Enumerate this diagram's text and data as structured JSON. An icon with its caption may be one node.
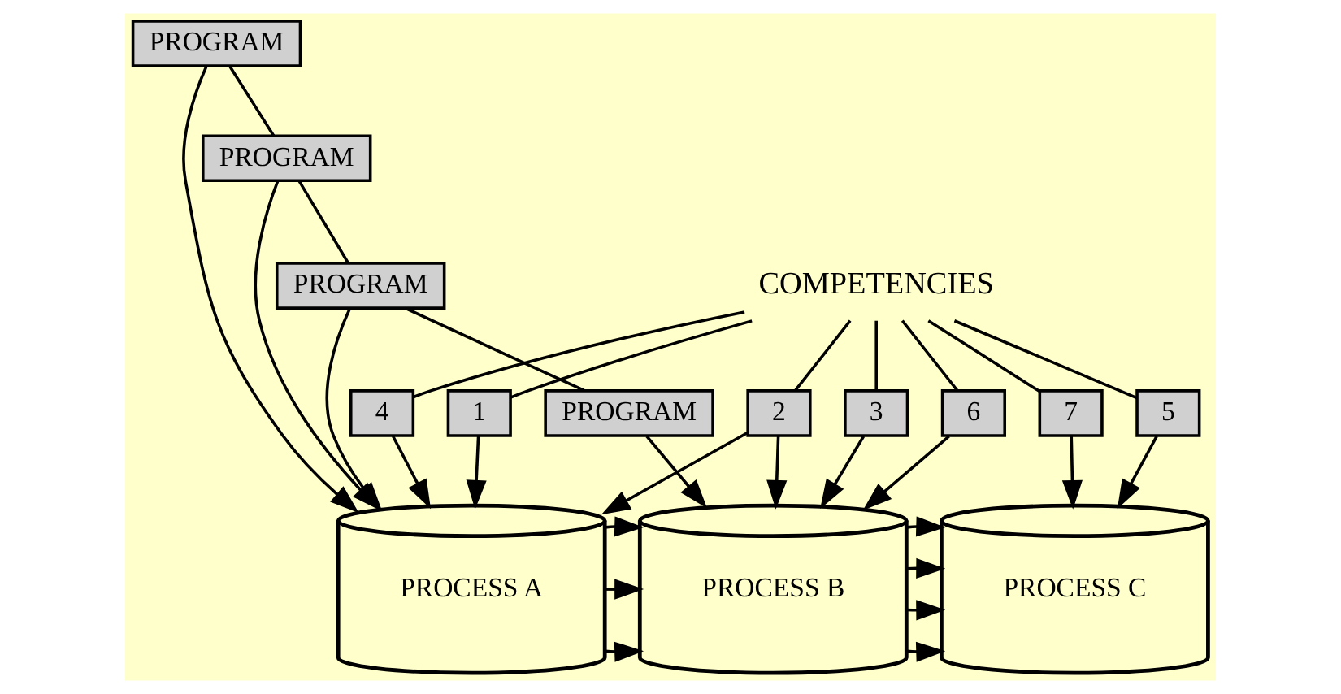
{
  "diagram": {
    "nodes": [
      {
        "text": [
          "COMPETENCIES"
        ]
      },
      {
        "text": [
          "1"
        ]
      },
      {
        "text": [
          "2"
        ]
      },
      {
        "text": [
          "3"
        ]
      },
      {
        "text": [
          "4"
        ]
      },
      {
        "text": [
          "5"
        ]
      },
      {
        "text": [
          "6"
        ]
      },
      {
        "text": [
          "7"
        ]
      },
      {
        "text": [
          "PROGRAM"
        ]
      },
      {
        "text": [
          "PROGRAM"
        ]
      },
      {
        "text": [
          "PROGRAM"
        ]
      },
      {
        "text": [
          "PROGRAM"
        ]
      },
      {
        "text": [
          "PROCESS A"
        ]
      },
      {
        "text": [
          "PROCESS B"
        ]
      },
      {
        "text": [
          "PROCESS C"
        ]
      }
    ],
    "edges": [
      {
        "from": 0,
        "to": 1,
        "arrow": "none"
      },
      {
        "from": 0,
        "to": 2,
        "arrow": "none"
      },
      {
        "from": 0,
        "to": 3,
        "arrow": "none"
      },
      {
        "from": 0,
        "to": 4,
        "arrow": "none"
      },
      {
        "from": 0,
        "to": 5,
        "arrow": "none"
      },
      {
        "from": 0,
        "to": 6,
        "arrow": "none"
      },
      {
        "from": 0,
        "to": 7,
        "arrow": "none"
      },
      {
        "from": 1,
        "to": 12,
        "arrow": "to"
      },
      {
        "from": 2,
        "to": 12,
        "arrow": "to"
      },
      {
        "from": 2,
        "to": 13,
        "arrow": "to"
      },
      {
        "from": 3,
        "to": 13,
        "arrow": "to"
      },
      {
        "from": 4,
        "to": 12,
        "arrow": "to"
      },
      {
        "from": 5,
        "to": 14,
        "arrow": "to"
      },
      {
        "from": 6,
        "to": 13,
        "arrow": "to"
      },
      {
        "from": 7,
        "to": 14,
        "arrow": "to"
      },
      {
        "from": 8,
        "to": 9,
        "arrow": "none"
      },
      {
        "from": 9,
        "to": 10,
        "arrow": "none"
      },
      {
        "from": 10,
        "to": 11,
        "arrow": "none"
      },
      {
        "from": 8,
        "to": 12,
        "arrow": "to"
      },
      {
        "from": 9,
        "to": 12,
        "arrow": "to"
      },
      {
        "from": 10,
        "to": 12,
        "arrow": "to"
      },
      {
        "from": 11,
        "to": 13,
        "arrow": "to"
      },
      {
        "from": 12,
        "to": 13,
        "arrow": "to"
      },
      {
        "from": 12,
        "to": 13,
        "arrow": "to"
      },
      {
        "from": 12,
        "to": 13,
        "arrow": "to"
      },
      {
        "from": 13,
        "to": 14,
        "arrow": "to"
      },
      {
        "from": 13,
        "to": 14,
        "arrow": "to"
      },
      {
        "from": 13,
        "to": 14,
        "arrow": "to"
      },
      {
        "from": 13,
        "to": 14,
        "arrow": "to"
      }
    ]
  }
}
